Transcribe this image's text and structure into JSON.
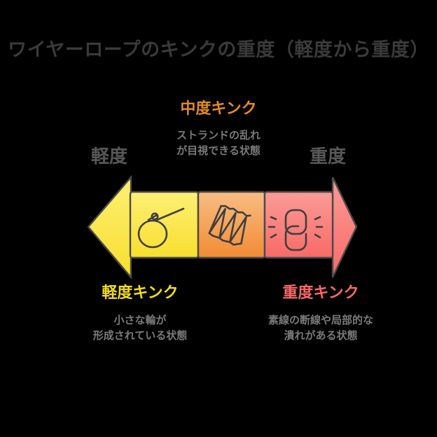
{
  "title": "ワイヤーロープのキンクの重度（軽度から重度）",
  "scale": {
    "left_end_label": "軽度",
    "right_end_label": "重度"
  },
  "stages": [
    {
      "id": "mild",
      "name": "軽度キンク",
      "description_line1": "小さな輪が",
      "description_line2": "形成されている状態",
      "color": "#f9e13c",
      "color_light": "#fdee6b",
      "label_color": "#f2dd1f",
      "icon": "rope-loop-icon"
    },
    {
      "id": "moderate",
      "name": "中度キンク",
      "description_line1": "ストランドの乱れ",
      "description_line2": "が目視できる状態",
      "color": "#f3923e",
      "color_light": "#f7b578",
      "label_color": "#e28b28",
      "icon": "zigzag-strand-icon"
    },
    {
      "id": "severe",
      "name": "重度キンク",
      "description_line1": "素線の断線や局部的な",
      "description_line2": "潰れがある状態",
      "color": "#f9716e",
      "color_light": "#fb9490",
      "label_color": "#f66a68",
      "icon": "broken-link-icon"
    }
  ],
  "colors": {
    "background": "#000000",
    "title_text": "#3a3a3a",
    "end_label_text": "#575757",
    "description_text": "#7a7a7a",
    "stroke": "#4a4a4a",
    "icon_stroke": "#3f3f3f"
  }
}
